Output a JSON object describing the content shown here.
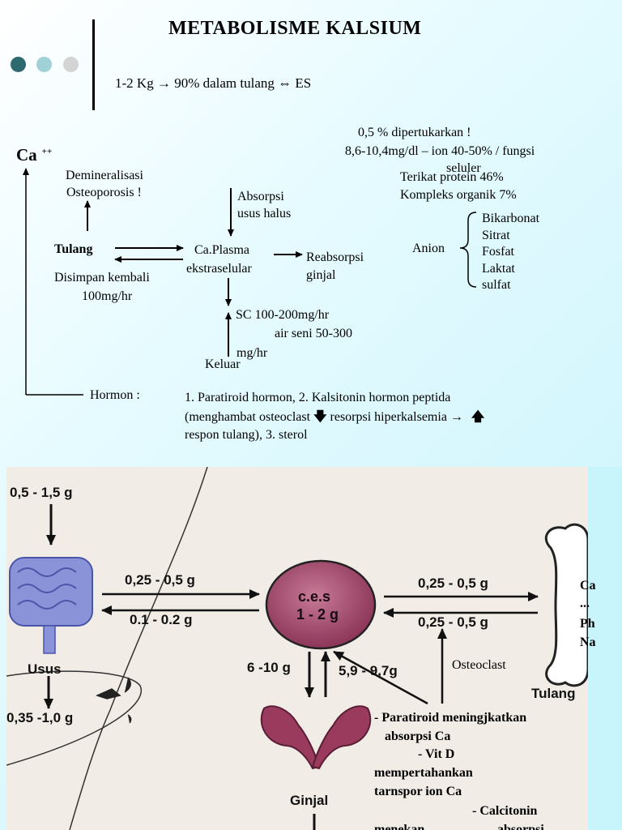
{
  "title": "METABOLISME  KALSIUM",
  "colors": {
    "dot1": "#2d6a6f",
    "dot2": "#9fd1d6",
    "dot3": "#d4d4d4",
    "ces_fill": "#a04a6a",
    "kidney": "#9a3b5e",
    "intestine": "#8a92d8"
  },
  "intro": "1-2 Kg → 90% dalam tulang ⇔ ES",
  "ca_label": "Ca",
  "ca_sup": "++",
  "demin": [
    "Demineralisasi",
    "Osteoporosis !"
  ],
  "tulang": "Tulang",
  "disimpan": [
    "Disimpan kembali",
    "100mg/hr"
  ],
  "absorpsi": [
    "Absorpsi",
    "usus halus"
  ],
  "caplasma": [
    "Ca.Plasma",
    "ekstraselular"
  ],
  "reabsorpsi": [
    "Reabsorpsi",
    "ginjal"
  ],
  "sc": [
    "SC 100-200mg/hr",
    "air seni 50-300",
    "mg/hr"
  ],
  "keluar": "Keluar",
  "right_info": {
    "line1": "0,5 % dipertukarkan !",
    "line2": "8,6-10,4mg/dl – ion 40-50% / fungsi",
    "line3": "seluler",
    "line4": "Terikat protein 46%",
    "line5": "Kompleks organik 7%"
  },
  "anion_label": "Anion",
  "anions": [
    "Bikarbonat",
    "Sitrat",
    "Fosfat",
    "Laktat",
    "sulfat"
  ],
  "hormon_label": "Hormon :",
  "hormon_lines": [
    "1. Paratiroid hormon, 2. Kalsitonin hormon peptida",
    "(menghambat osteoclast",
    "resorpsi hiperkalsemia →",
    "respon tulang),  3. sterol"
  ],
  "hormon_arrows": [
    "🡇",
    "🡅"
  ],
  "panel": {
    "intake": "0,5 - 1,5 g",
    "to_ces": "0,25 - 0,5 g",
    "from_ces": "0.1 - 0.2 g",
    "ces_label": [
      "c.e.s",
      "1 - 2 g"
    ],
    "to_bone": "0,25 - 0,5 g",
    "from_bone": "0,25 - 0,5 g",
    "usus": "Usus",
    "feces": "0,35 -1,0 g",
    "to_kidney": "6 -10 g",
    "from_kidney": "5,9 - 9,7g",
    "ginjal": "Ginjal",
    "tulang": "Tulang",
    "osteoclast": "Osteoclast",
    "side_text": [
      "Ca",
      "...",
      "Ph",
      "Na"
    ],
    "notes": [
      "- Paratiroid meningjkatkan",
      "absorpsi Ca",
      "-     Vit D",
      "mempertahankan",
      "tarnspor ion Ca",
      "-      Calcitonin",
      "menekan",
      "absorpsi"
    ]
  }
}
